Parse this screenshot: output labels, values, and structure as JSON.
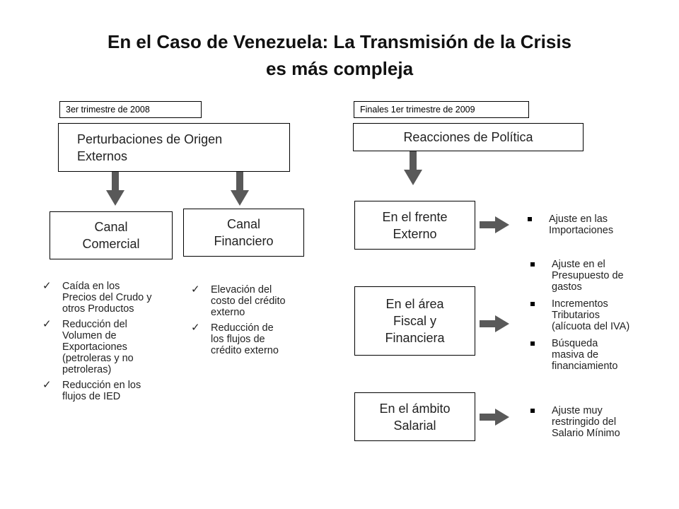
{
  "title": {
    "line1": "En el Caso de Venezuela: La Transmisión de la Crisis",
    "line2": "es más compleja"
  },
  "left": {
    "date_tag": "3er trimestre de 2008",
    "origin_box": {
      "line1": "Perturbaciones de Origen",
      "line2": "Externos"
    },
    "channel_commercial": {
      "line1": "Canal",
      "line2": "Comercial"
    },
    "channel_financial": {
      "line1": "Canal",
      "line2": "Financiero"
    },
    "commercial_items": [
      {
        "lines": [
          "Caída en los",
          "Precios del Crudo y",
          "otros Productos"
        ]
      },
      {
        "lines": [
          "Reducción del",
          "Volumen de",
          "Exportaciones",
          "(petroleras y no",
          "petroleras)"
        ]
      },
      {
        "lines": [
          "Reducción en los",
          "flujos de IED"
        ]
      }
    ],
    "financial_items": [
      {
        "lines": [
          "Elevación del",
          "costo del crédito",
          "externo"
        ]
      },
      {
        "lines": [
          "Reducción de",
          "los flujos de",
          "crédito externo"
        ]
      }
    ]
  },
  "right": {
    "date_tag": "Finales 1er  trimestre de 2009",
    "policy_box": "Reacciones de Política",
    "external_box": {
      "line1": "En el frente",
      "line2": "Externo"
    },
    "fiscal_box": {
      "line1": "En el área",
      "line2": "Fiscal y",
      "line3": "Financiera"
    },
    "salary_box": {
      "line1": "En el ámbito",
      "line2": "Salarial"
    },
    "external_items": [
      {
        "lines": [
          "Ajuste en las",
          "Importaciones"
        ]
      }
    ],
    "fiscal_items": [
      {
        "lines": [
          "Ajuste en el",
          "Presupuesto de",
          "gastos"
        ]
      },
      {
        "lines": [
          "Incrementos",
          "Tributarios",
          "(alícuota del IVA)"
        ]
      },
      {
        "lines": [
          "Búsqueda",
          "masiva de",
          "financiamiento"
        ]
      }
    ],
    "salary_items": [
      {
        "lines": [
          "Ajuste muy",
          "restringido del",
          "Salario Mínimo"
        ]
      }
    ]
  },
  "colors": {
    "arrow": "#595959",
    "border": "#000000",
    "text": "#222222"
  },
  "icons": {
    "check": "check-icon",
    "bullet": "square-bullet-icon",
    "arrow_down": "arrow-down-icon",
    "arrow_right": "arrow-right-icon"
  }
}
